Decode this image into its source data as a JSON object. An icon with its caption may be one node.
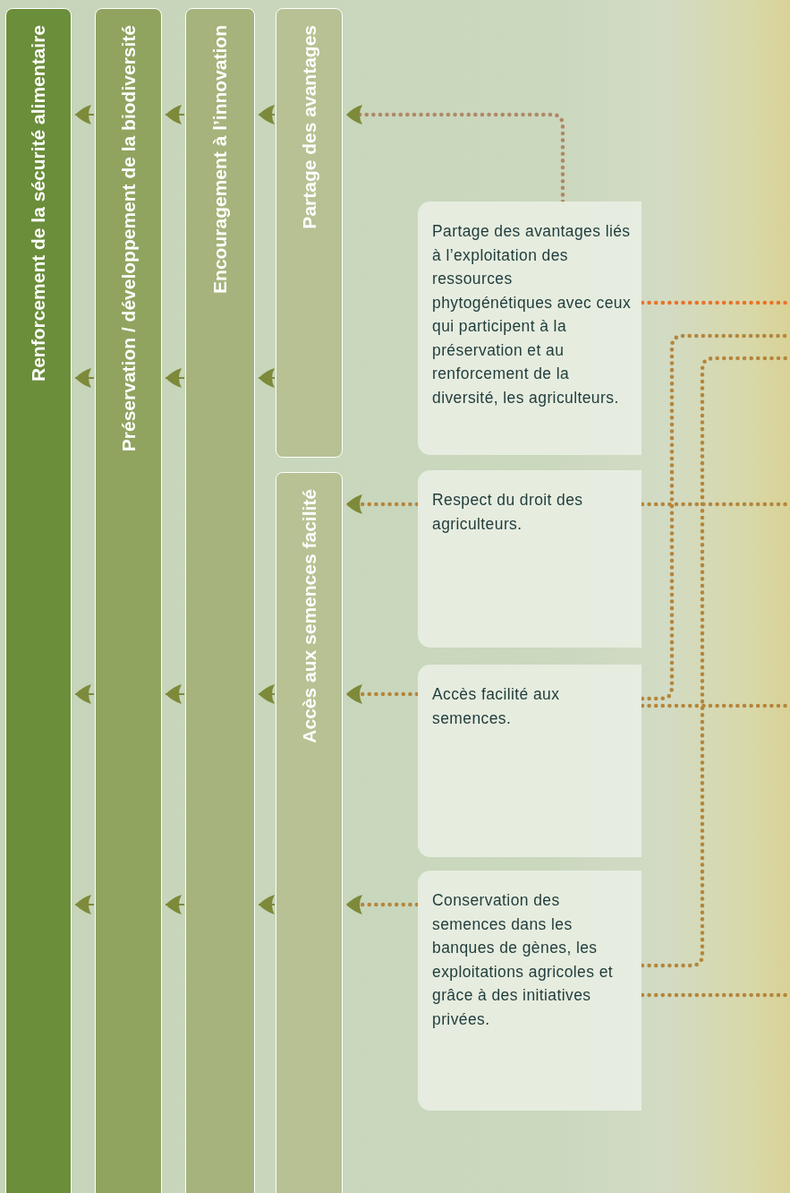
{
  "diagram": {
    "nodes": [
      {
        "text": [
          "Renforcement de la sécurité alimentaire"
        ]
      },
      {
        "text": [
          "Préservation / développement de la biodiversité"
        ]
      },
      {
        "text": [
          "Encouragement à l’innovation"
        ]
      },
      {
        "text": [
          "Partage des avantages"
        ]
      },
      {
        "text": [
          "Accès aux semences facilité"
        ]
      },
      {
        "text": [
          "Partage des avantages liés à l’exploitation des ressources phytogénétiques avec ceux qui participent à la préservation et au renforcement de la diversité, les agriculteurs."
        ]
      },
      {
        "text": [
          "Respect du droit des agriculteurs."
        ]
      },
      {
        "text": [
          "Accès facilité aux semences."
        ]
      },
      {
        "text": [
          "Conservation des semences dans les banques de gènes, les exploitations agricoles et grâce à des initiatives privées."
        ]
      }
    ],
    "edges": [
      {
        "from": 5,
        "to": 3,
        "arrow": "to",
        "style": "dashed",
        "color": "#b08866"
      },
      {
        "from": 3,
        "to": 2,
        "arrow": "to"
      },
      {
        "from": 2,
        "to": 1,
        "arrow": "to"
      },
      {
        "from": 1,
        "to": 0,
        "arrow": "to"
      },
      {
        "from": 3,
        "to": 2,
        "arrow": "to"
      },
      {
        "from": 2,
        "to": 1,
        "arrow": "to"
      },
      {
        "from": 1,
        "to": 0,
        "arrow": "to"
      },
      {
        "from": 5,
        "to": null,
        "arrow": "none",
        "style": "dashed",
        "color": "#e8732a"
      },
      {
        "from": 7,
        "to": null,
        "arrow": "none",
        "style": "dashed"
      },
      {
        "from": 8,
        "to": null,
        "arrow": "none",
        "style": "dashed"
      },
      {
        "from": 6,
        "to": 4,
        "arrow": "to",
        "style": "dashed"
      },
      {
        "from": 6,
        "to": null,
        "arrow": "none",
        "style": "dashed"
      },
      {
        "from": 4,
        "to": 2,
        "arrow": "to"
      },
      {
        "from": 2,
        "to": 1,
        "arrow": "to"
      },
      {
        "from": 1,
        "to": 0,
        "arrow": "to"
      },
      {
        "from": 7,
        "to": 4,
        "arrow": "to",
        "style": "dashed"
      },
      {
        "from": 7,
        "to": null,
        "arrow": "none",
        "style": "dashed"
      },
      {
        "from": 4,
        "to": 2,
        "arrow": "to"
      },
      {
        "from": 2,
        "to": 1,
        "arrow": "to"
      },
      {
        "from": 1,
        "to": 0,
        "arrow": "to"
      },
      {
        "from": 8,
        "to": 4,
        "arrow": "to",
        "style": "dashed"
      },
      {
        "from": 8,
        "to": null,
        "arrow": "none",
        "style": "dashed"
      }
    ]
  }
}
